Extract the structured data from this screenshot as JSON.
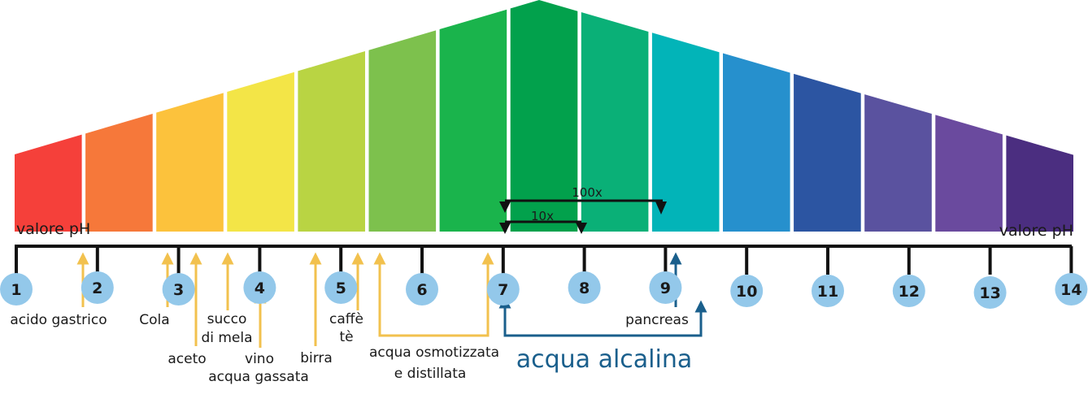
{
  "scale": {
    "left_label": "valore pH",
    "right_label": "valore pH",
    "numbers": [
      "1",
      "2",
      "3",
      "4",
      "5",
      "6",
      "7",
      "8",
      "9",
      "10",
      "11",
      "12",
      "13",
      "14"
    ],
    "band_colors": [
      "#f5403a",
      "#f6783a",
      "#fcc23c",
      "#f3e547",
      "#b9d443",
      "#7dc14d",
      "#1ab44c",
      "#02a14c",
      "#0ab077",
      "#02b4b8",
      "#2690cd",
      "#2c55a2",
      "#5a529f",
      "#6a4a9e",
      "#4b2e80"
    ],
    "axis_color": "#111111",
    "circle_color": "#93c8ea"
  },
  "multipliers": {
    "hundred": "100x",
    "ten": "10x"
  },
  "substances": {
    "acido_gastrico": "acido gastrico",
    "cola": "Cola",
    "succo_line1": "succo",
    "succo_line2": "di mela",
    "aceto": "aceto",
    "vino": "vino",
    "acqua_gassata": "acqua gassata",
    "birra": "birra",
    "caffe": "caffè",
    "te": "tè",
    "osmo_line1": "acqua osmotizzata",
    "osmo_line2": "e distillata",
    "pancreas": "pancreas",
    "alkaline": "acqua alcalina"
  },
  "colors": {
    "acid_arrow": "#f2c14e",
    "alkaline_arrow": "#1a5f8c"
  }
}
